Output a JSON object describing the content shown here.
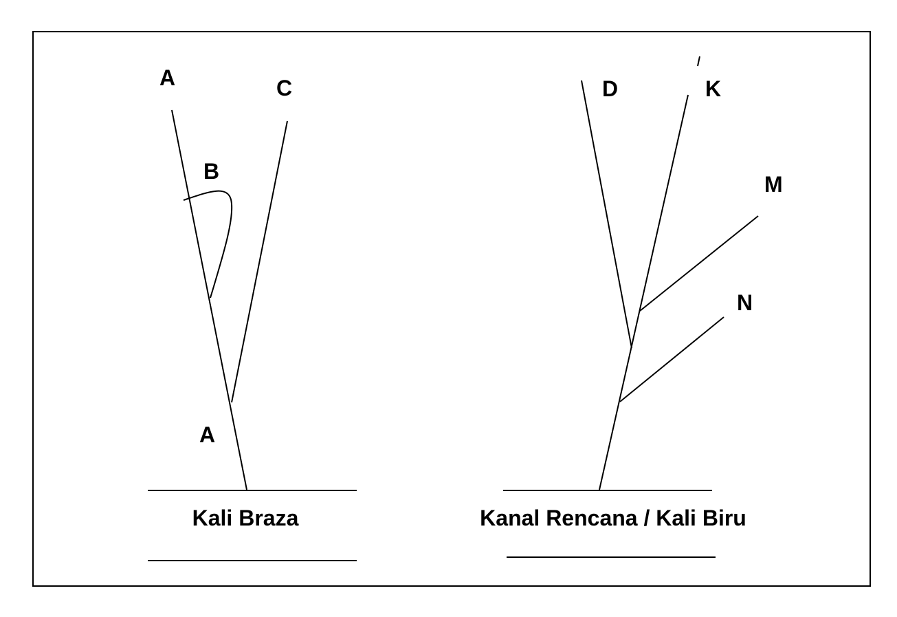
{
  "diagram": {
    "left": {
      "labels": {
        "a_top": "A",
        "c": "C",
        "b": "B",
        "a_bottom": "A"
      },
      "caption": "Kali Braza"
    },
    "right": {
      "labels": {
        "d": "D",
        "k": "K",
        "m": "M",
        "n": "N"
      },
      "caption": "Kanal Rencana / Kali Biru"
    },
    "colors": {
      "stroke": "#000000",
      "background": "#ffffff"
    }
  }
}
